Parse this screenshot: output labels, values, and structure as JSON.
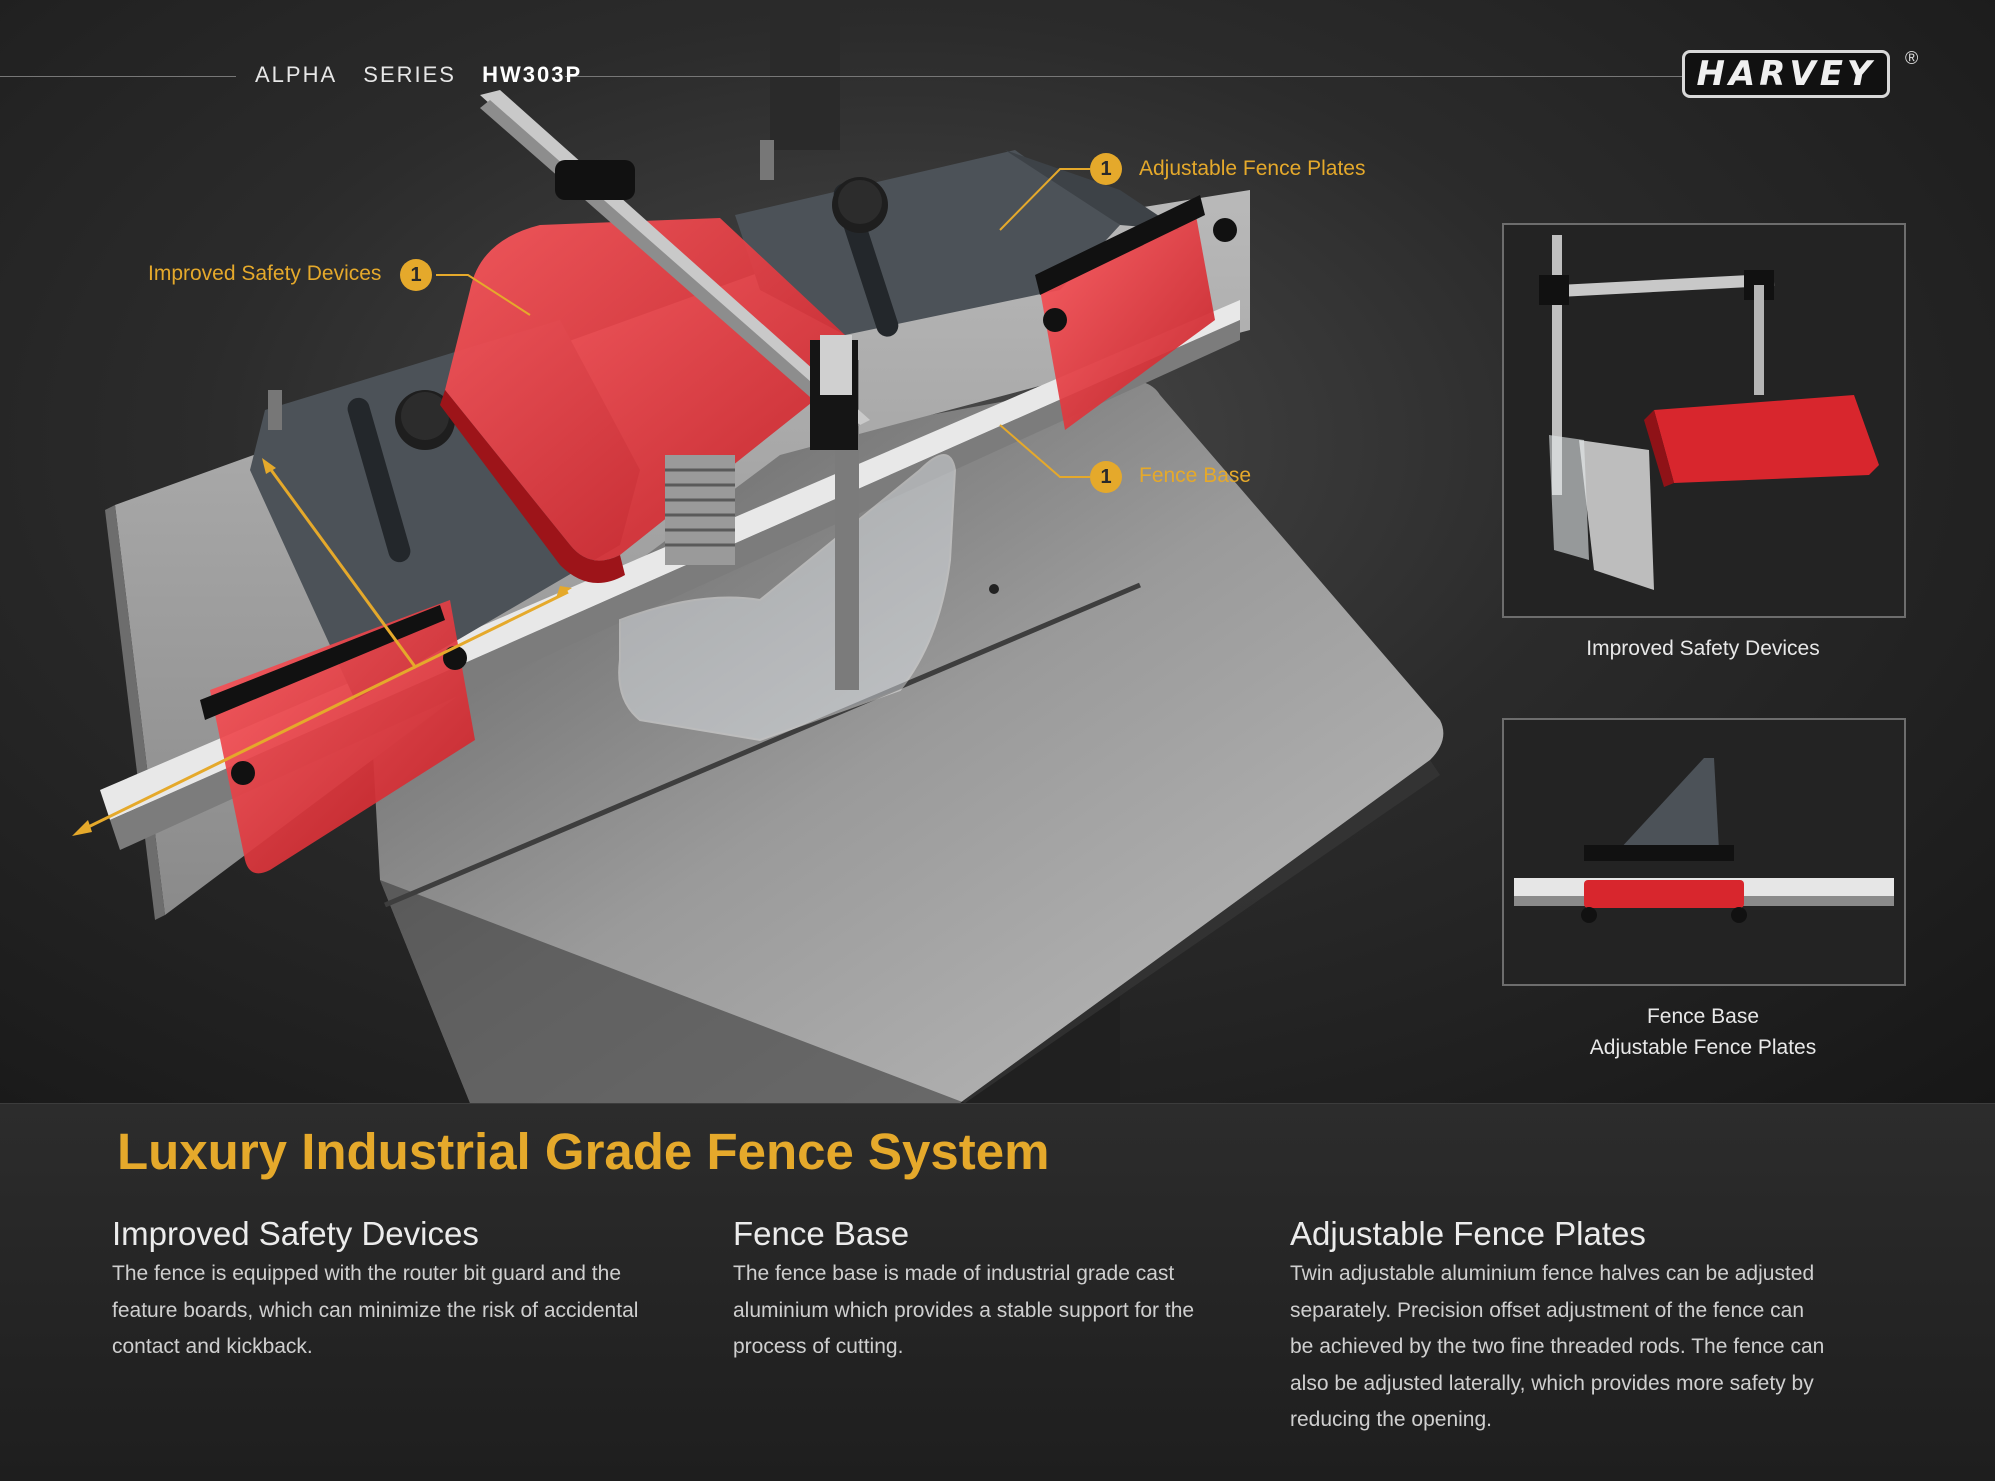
{
  "header": {
    "series_parts": [
      "ALPHA",
      "SERIES",
      "HW303P"
    ],
    "brand": "HARVEY",
    "registered": "®"
  },
  "callouts": [
    {
      "number": "1",
      "label": "Adjustable Fence Plates"
    },
    {
      "number": "1",
      "label": "Improved Safety Devices"
    },
    {
      "number": "1",
      "label": "Fence Base"
    }
  ],
  "thumbnails": [
    {
      "caption_lines": [
        "Improved Safety Devices"
      ]
    },
    {
      "caption_lines": [
        "Fence Base",
        "Adjustable Fence Plates"
      ]
    }
  ],
  "headline": "Luxury Industrial Grade Fence System",
  "features": [
    {
      "title": "Improved Safety Devices",
      "lines": [
        "The fence is equipped with the router bit guard and the",
        "feature boards, which can  minimize the risk of accidental",
        "contact and kickback."
      ]
    },
    {
      "title": "Fence Base",
      "lines": [
        "The fence base is made of industrial grade cast",
        "aluminium which provides a stable support for the",
        "process of cutting."
      ]
    },
    {
      "title": "Adjustable Fence Plates",
      "lines": [
        "Twin adjustable aluminium fence halves can be adjusted",
        "separately. Precision offset adjustment of the fence can",
        "be achieved by the two fine threaded rods. The fence can",
        "also be adjusted laterally, which provides more safety by",
        "reducing the opening."
      ]
    }
  ],
  "colors": {
    "accent": "#e5a92b",
    "red": "#d8262d",
    "fence_gray": "#4c5258"
  }
}
